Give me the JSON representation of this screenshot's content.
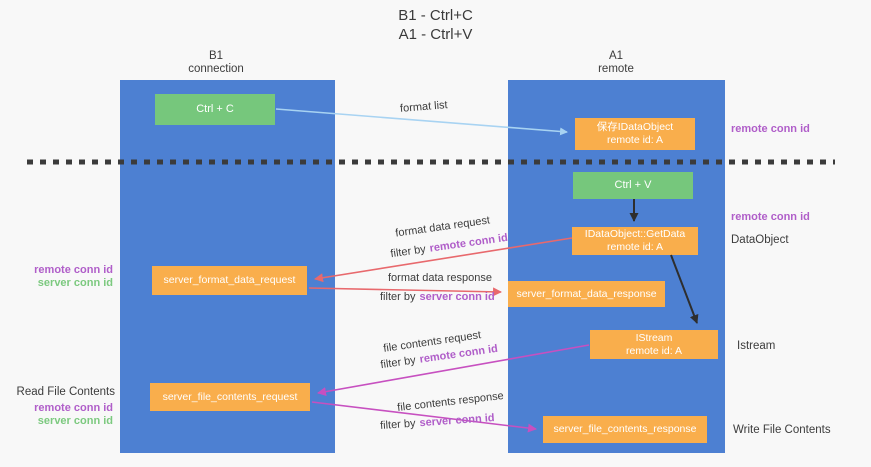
{
  "title": {
    "line1": "B1 - Ctrl+C",
    "line2": "A1 - Ctrl+V"
  },
  "columns": {
    "left": {
      "name": "B1",
      "subtitle": "connection"
    },
    "right": {
      "name": "A1",
      "subtitle": "remote"
    }
  },
  "nodes": {
    "ctrl_c": "Ctrl + C",
    "ctrl_v": "Ctrl + V",
    "save_dataobject": {
      "line1": "保存IDataObject",
      "line2": "remote id: A"
    },
    "getdata": {
      "line1": "IDataObject::GetData",
      "line2": "remote id: A"
    },
    "istream": {
      "line1": "IStream",
      "line2": "remote id: A"
    },
    "format_request": "server_format_data_request",
    "format_response": "server_format_data_response",
    "file_request": "server_file_contents_request",
    "file_response": "server_file_contents_response"
  },
  "labels": {
    "format_list": "format list",
    "format_data_request": "format data request",
    "format_data_response": "format data response",
    "file_contents_request": "file contents request",
    "file_contents_response": "file contents response",
    "filter_by": "filter by",
    "remote_conn_id": "remote conn id",
    "server_conn_id": "server conn id"
  },
  "side": {
    "dataobject": "DataObject",
    "istream": "Istream",
    "write_file_contents": "Write File Contents",
    "read_file_contents": "Read File Contents"
  },
  "colors": {
    "column_fill": "#4d80d2",
    "node_orange": "#f9ae4c",
    "node_green": "#76c77c",
    "arrow_blue": "#a8d3f2",
    "arrow_salmon": "#e8696d",
    "arrow_magenta": "#c750c0",
    "arrow_black": "#2e2e2e",
    "dashed_line": "#3b3b3b",
    "remote_conn_id_text": "#b05ec9",
    "server_conn_id_text": "#7cc97f"
  }
}
